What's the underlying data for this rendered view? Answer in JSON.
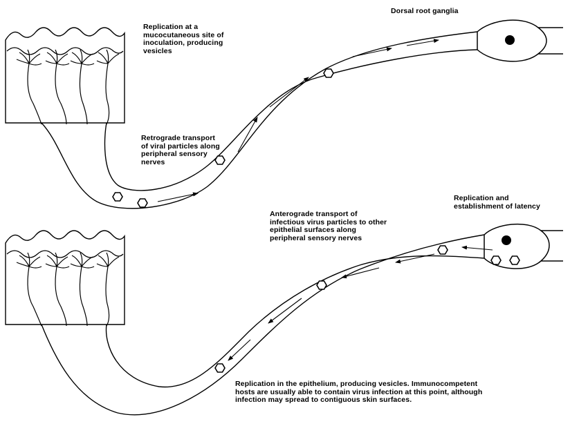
{
  "labels": {
    "replication_site": [
      "Replication at a",
      "mucocutaneous site of",
      "inoculation, producing",
      "vesicles"
    ],
    "dorsal_root_ganglia": "Dorsal root ganglia",
    "retrograde": [
      "Retrograde transport",
      "of viral particles along",
      "peripheral sensory",
      "nerves"
    ],
    "latency": [
      "Replication and",
      "establishment of latency"
    ],
    "anterograde": [
      "Anterograde transport of",
      "infectious virus particles to other",
      "epithelial surfaces along",
      "peripheral sensory nerves"
    ],
    "epithelium": [
      "Replication in the epithelium, producing vesicles. Immunocompetent",
      "hosts are usually able to contain virus infection at this point, although",
      "infection may spread to contiguous skin surfaces."
    ]
  }
}
